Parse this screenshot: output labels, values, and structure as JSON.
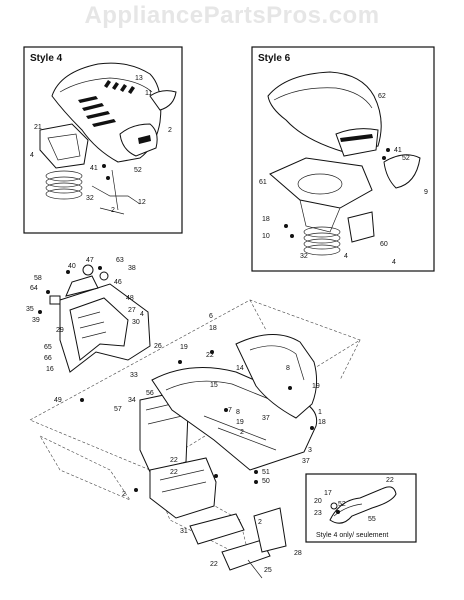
{
  "watermark": "AppliancePartsPros.com",
  "panels": {
    "style4": "Style 4",
    "style6": "Style 6",
    "inset": "Style 4 only/ seulement"
  },
  "labels": {
    "s4": [
      "13",
      "11",
      "2",
      "21",
      "4",
      "52",
      "41",
      "32",
      "2",
      "12"
    ],
    "s6": [
      "62",
      "41",
      "52",
      "9",
      "61",
      "18",
      "10",
      "60",
      "32",
      "4",
      "4"
    ],
    "main": [
      "40",
      "47",
      "63",
      "38",
      "58",
      "64",
      "46",
      "35",
      "39",
      "48",
      "27",
      "4",
      "30",
      "29",
      "65",
      "66",
      "16",
      "26",
      "6",
      "18",
      "19",
      "22",
      "14",
      "33",
      "15",
      "56",
      "49",
      "34",
      "57",
      "7",
      "8",
      "19",
      "2",
      "37",
      "8",
      "19",
      "1",
      "18",
      "3",
      "37",
      "22",
      "22",
      "2",
      "51",
      "50",
      "31",
      "2",
      "22",
      "28",
      "25"
    ],
    "inset": [
      "22",
      "17",
      "20",
      "52",
      "23",
      "55"
    ]
  }
}
